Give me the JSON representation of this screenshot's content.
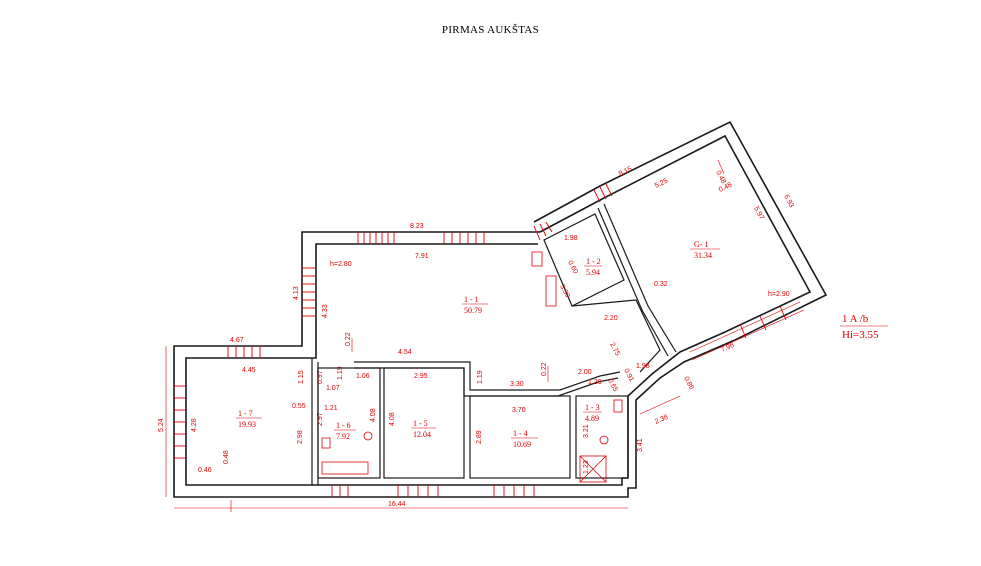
{
  "title": "PIRMAS AUKŠTAS",
  "rooms": [
    {
      "id": "1 - 1",
      "area": "50.79"
    },
    {
      "id": "1 - 2",
      "area": "5.94"
    },
    {
      "id": "G- 1",
      "area": "31.34"
    },
    {
      "id": "1 - 3",
      "area": "4.89"
    },
    {
      "id": "1 - 4",
      "area": "10.69"
    },
    {
      "id": "1 - 5",
      "area": "12.04"
    },
    {
      "id": "1 - 6",
      "area": "7.92"
    },
    {
      "id": "1 - 7",
      "area": "19.93"
    }
  ],
  "heights": {
    "room_1_1": "h=2.80",
    "room_g1": "h=2.90"
  },
  "legend": {
    "line1": "1 A /b",
    "line2": "Hi=3.55"
  },
  "dimensions": {
    "d823": "8.23",
    "d791": "7.91",
    "d413": "4.13",
    "d433": "4.33",
    "d022a": "0.22",
    "d454": "4.54",
    "d119a": "1.19",
    "d106": "1.06",
    "d295": "2.95",
    "d119b": "1.19",
    "d330": "3.30",
    "d022b": "0.22",
    "d370": "3.70",
    "d467": "4.67",
    "d445": "4.45",
    "d115": "1.15",
    "d097": "0.97",
    "d107": "1.07",
    "d055": "0.55",
    "d121": "1.21",
    "d524": "5.24",
    "d428": "4.28",
    "d298": "2.98",
    "d297": "2.97",
    "d408a": "4.08",
    "d408b": "4.08",
    "d289": "2.89",
    "d048a": "0.48",
    "d046": "0.46",
    "d1644": "16.44",
    "d815": "8.15",
    "d525": "5.25",
    "d048b": "0.48",
    "d048c": "0.48",
    "d693": "6.93",
    "d597": "5.97",
    "d198a": "1.98",
    "d060": "0.60",
    "d330b": "3.30",
    "d032": "0.32",
    "d220": "2.20",
    "d275": "2.75",
    "d200": "2.00",
    "d129": "1.29",
    "d198b": "1.98",
    "d065": "0.65",
    "d091": "0.91",
    "d086": "0.86",
    "d798": "7.98",
    "d238": "2.38",
    "d321": "3.21",
    "d123": "1.23",
    "d341": "3.41"
  }
}
